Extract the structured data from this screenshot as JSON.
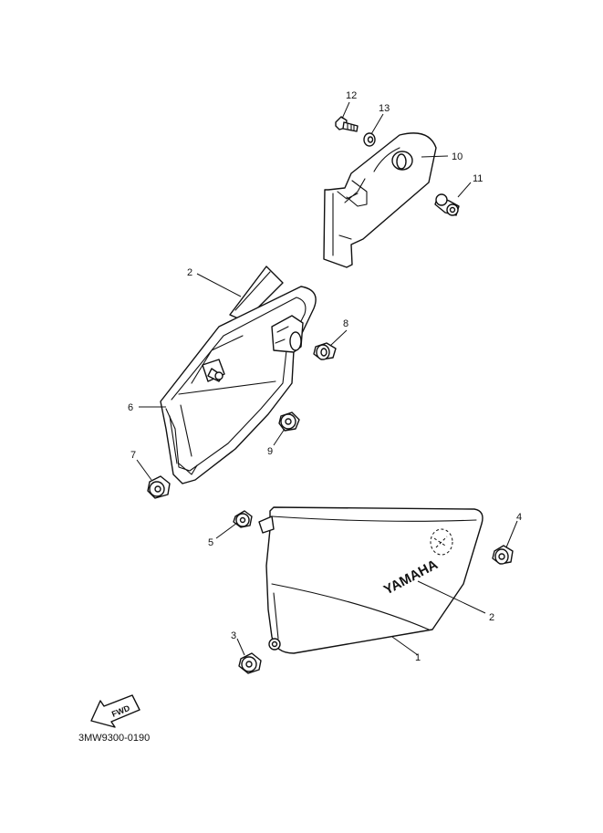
{
  "callouts": {
    "c1": "1",
    "c2a": "2",
    "c2b": "2",
    "c3": "3",
    "c4": "4",
    "c5": "5",
    "c6": "6",
    "c7": "7",
    "c8": "8",
    "c9": "9",
    "c10": "10",
    "c11": "11",
    "c12": "12",
    "c13": "13"
  },
  "logo_text": "YAMAHA",
  "fwd_label": "FWD",
  "diagram_code": "3MW9300-0190"
}
